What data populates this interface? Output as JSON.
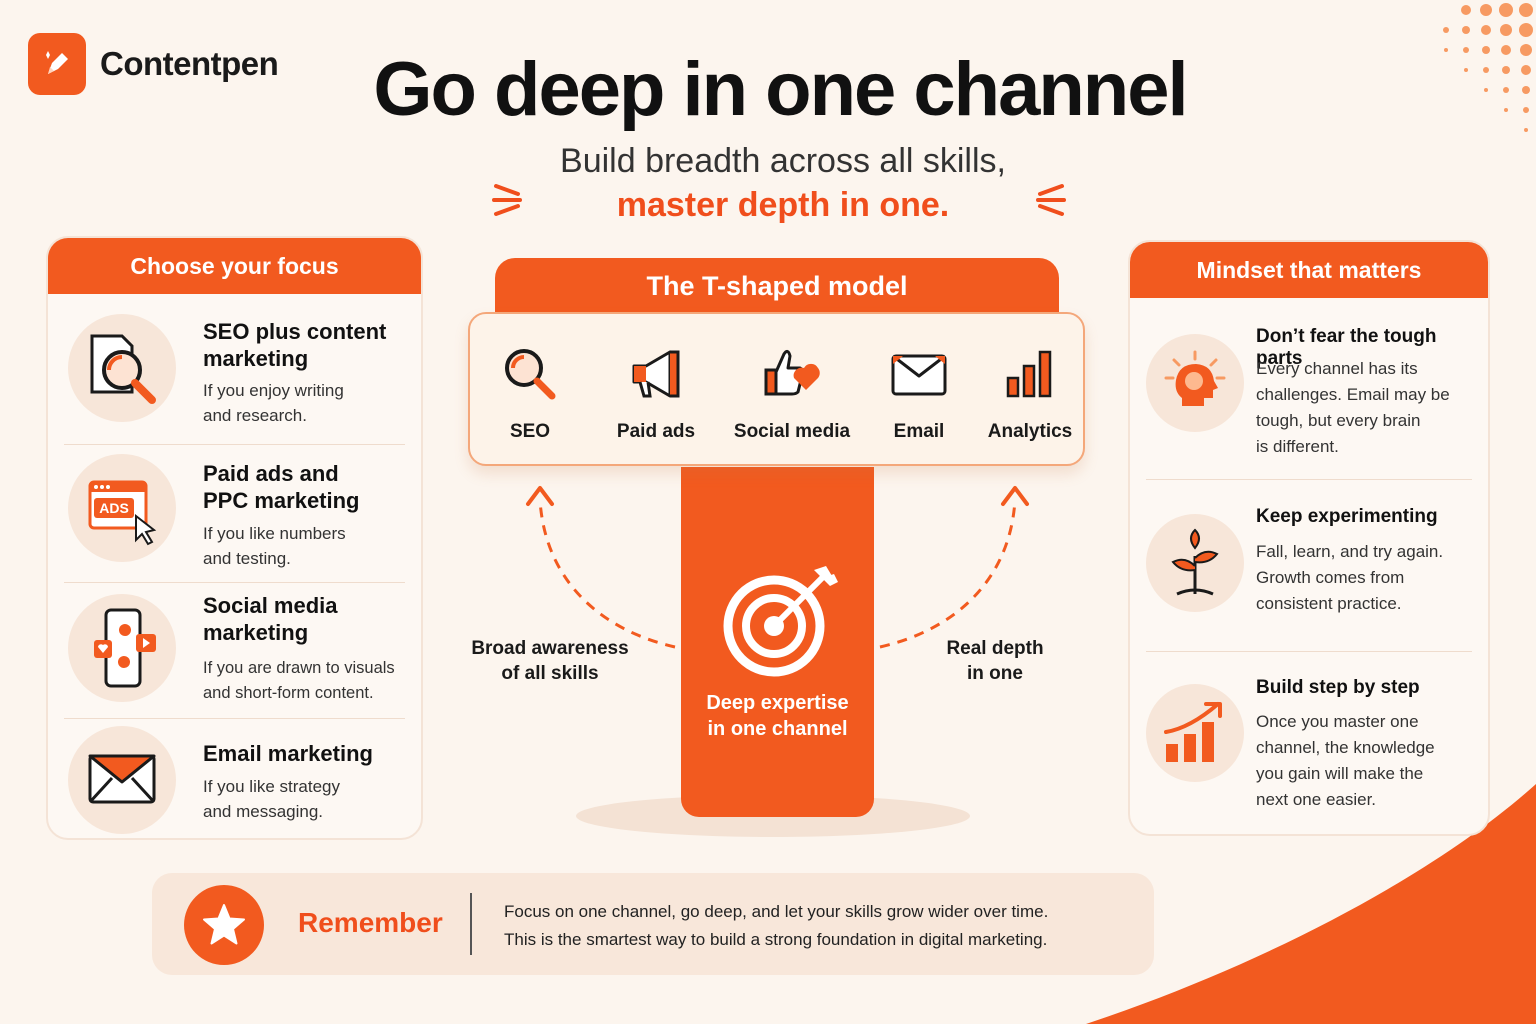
{
  "brand": {
    "name": "Contentpen"
  },
  "header": {
    "title": "Go deep in one channel",
    "subtitle_line1": "Build breadth across all skills,",
    "subtitle_line2": "master depth in one."
  },
  "colors": {
    "accent": "#f25a1f",
    "accent_text": "#f04e1c",
    "background": "#fcf5ee",
    "panel_tint": "#f7e6d9"
  },
  "focus_panel": {
    "title": "Choose your focus",
    "items": [
      {
        "title_line1": "SEO plus content",
        "title_line2": "marketing",
        "desc_line1": "If you enjoy writing",
        "desc_line2": "and research.",
        "icon": "search-document-icon"
      },
      {
        "title_line1": "Paid ads and",
        "title_line2": "PPC marketing",
        "desc_line1": "If you like numbers",
        "desc_line2": "and testing.",
        "icon": "ads-browser-icon",
        "icon_text": "ADS"
      },
      {
        "title_line1": "Social media",
        "title_line2": "marketing",
        "desc_line1": "If you are drawn to visuals",
        "desc_line2": "and short-form content.",
        "icon": "smartphone-social-icon"
      },
      {
        "title_line1": "Email marketing",
        "desc_line1": "If you like strategy",
        "desc_line2": "and messaging.",
        "icon": "envelope-icon"
      }
    ]
  },
  "t_model": {
    "title": "The T-shaped model",
    "skills": [
      {
        "label": "SEO",
        "icon": "magnifier-icon"
      },
      {
        "label": "Paid ads",
        "icon": "megaphone-icon"
      },
      {
        "label": "Social media",
        "icon": "thumbs-up-heart-icon"
      },
      {
        "label": "Email",
        "icon": "envelope-icon"
      },
      {
        "label": "Analytics",
        "icon": "bar-chart-icon"
      }
    ],
    "stem_line1": "Deep expertise",
    "stem_line2": "in one channel",
    "left_label_line1": "Broad awareness",
    "left_label_line2": "of all skills",
    "right_label_line1": "Real depth",
    "right_label_line2": "in one"
  },
  "mindset_panel": {
    "title": "Mindset that matters",
    "items": [
      {
        "title": "Don’t fear the tough parts",
        "desc": [
          "Every channel has its",
          "challenges. Email may be",
          "tough, but every brain",
          "is different."
        ],
        "icon": "head-lightbulb-icon"
      },
      {
        "title": "Keep experimenting",
        "desc": [
          "Fall, learn, and try again.",
          "Growth comes from",
          "consistent practice."
        ],
        "icon": "sprout-icon"
      },
      {
        "title": "Build step by step",
        "desc": [
          "Once you master one",
          "channel, the knowledge",
          "you gain will make the",
          "next one easier."
        ],
        "icon": "growth-chart-icon"
      }
    ]
  },
  "remember": {
    "label": "Remember",
    "line1": "Focus on one channel, go deep, and let your skills grow wider over time.",
    "line2": "This is the smartest way to build a strong foundation in digital marketing.",
    "icon": "star-icon"
  }
}
